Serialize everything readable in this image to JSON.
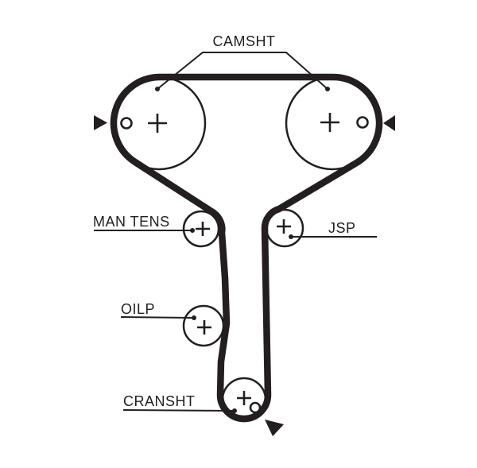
{
  "diagram": {
    "labels": {
      "camshaft": "CAMSHT",
      "manual_tensioner": "MAN TENS",
      "jsp": "JSP",
      "oil_pump": "OILP",
      "crankshaft": "CRANSHT"
    },
    "pulleys": [
      {
        "id": "camshaft-left",
        "label": "CAMSHT",
        "center_mark": "+",
        "timing_mark": "o"
      },
      {
        "id": "camshaft-right",
        "label": "CAMSHT",
        "center_mark": "+",
        "timing_mark": "o"
      },
      {
        "id": "manual-tensioner",
        "label": "MAN TENS",
        "center_mark": "+"
      },
      {
        "id": "jsp-idler",
        "label": "JSP",
        "center_mark": "+"
      },
      {
        "id": "oil-pump",
        "label": "OILP",
        "center_mark": "+"
      },
      {
        "id": "crankshaft",
        "label": "CRANSHT",
        "center_mark": "+",
        "timing_mark": "o"
      }
    ],
    "icons": {
      "left_timing_arrow": "right-pointing-solid-triangle",
      "right_timing_arrow": "left-pointing-solid-triangle",
      "rotation_arrow": "up-left-pointing-solid-triangle"
    },
    "colors": {
      "ink": "#231f20",
      "background": "#ffffff"
    }
  }
}
